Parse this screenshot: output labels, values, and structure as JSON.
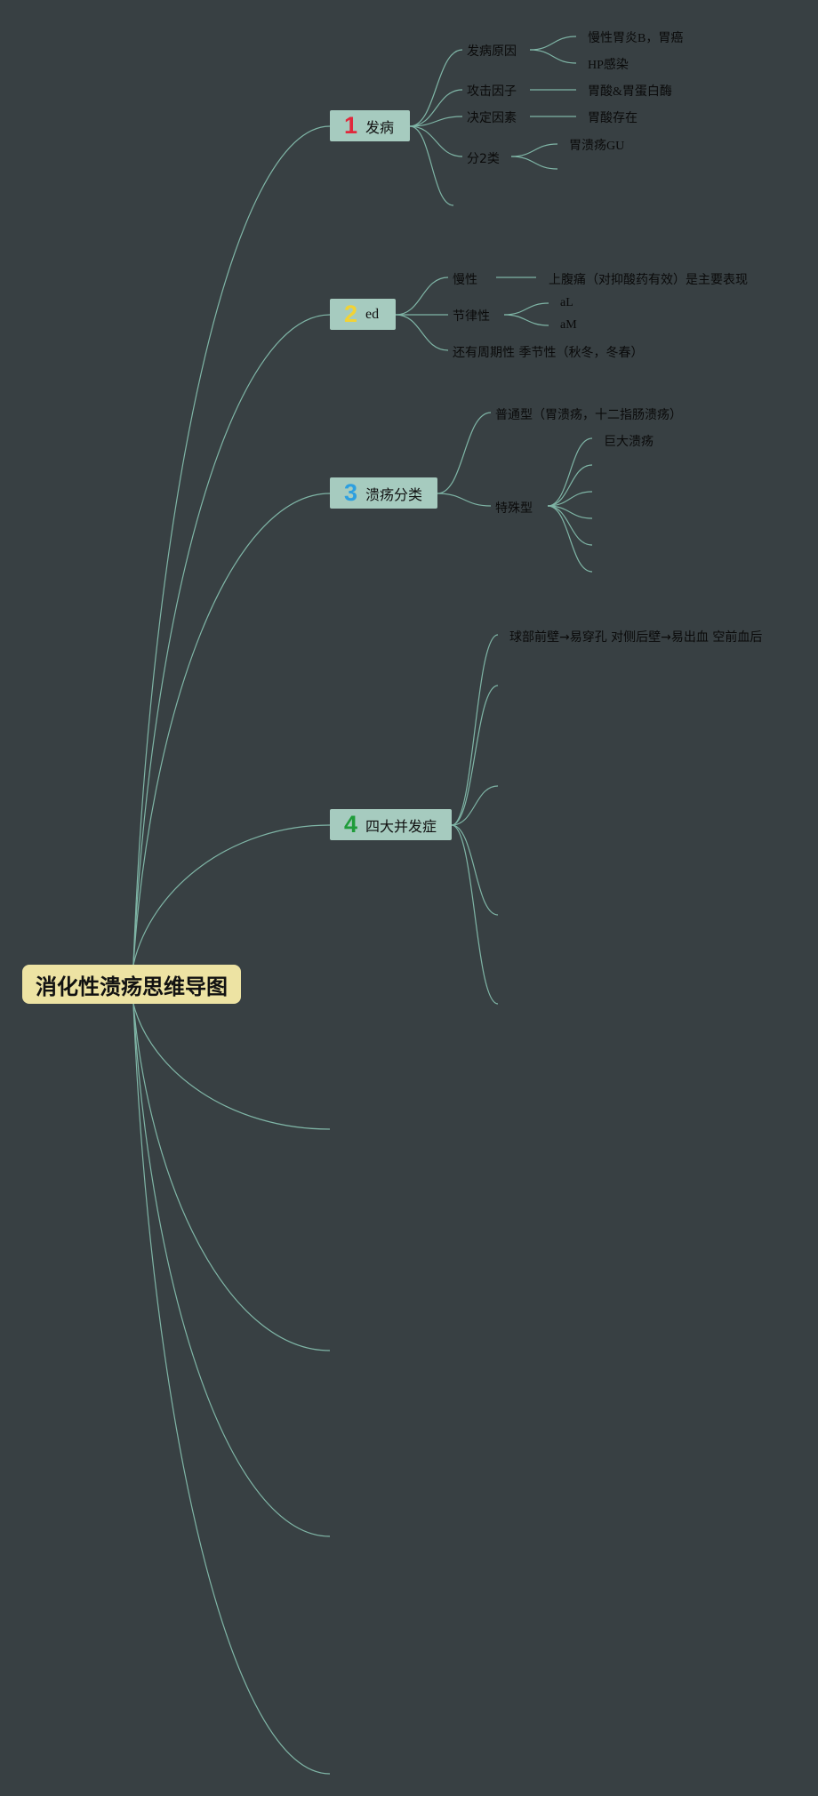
{
  "title": "消化性溃疡思维导图",
  "colors": {
    "background": "#384043",
    "edge": "#7fb5a6",
    "root_fill": "#ede3a3",
    "topic_fill": "#a6cbbf",
    "num1": "#e0283c",
    "num2": "#f2d335",
    "num3": "#2d9fe0",
    "num4": "#1f9c3a"
  },
  "topics": [
    {
      "num": "1",
      "label": "发病"
    },
    {
      "num": "2",
      "label": "ed"
    },
    {
      "num": "3",
      "label": "溃疡分类"
    },
    {
      "num": "4",
      "label": "四大并发症"
    }
  ],
  "nodes": {
    "t1_cause": "发病原因",
    "t1_cause_a": "慢性胃炎B，胃癌",
    "t1_cause_b": "HP感染",
    "t1_attack": "攻击因子",
    "t1_attack_a": "胃酸&胃蛋白酶",
    "t1_decide": "决定因素",
    "t1_decide_a": "胃酸存在",
    "t1_types": "分2类",
    "t1_types_a": "胃溃疡GU",
    "t2_chronic": "慢性",
    "t2_chronic_a": "上腹痛（对抑酸药有效）是主要表现",
    "t2_rhythm": "节律性",
    "t2_rhythm_a": "aL",
    "t2_rhythm_b": "aM",
    "t2_period": "还有周期性 季节性（秋冬，冬春）",
    "t3_normal": "普通型（胃溃疡，十二指肠溃疡）",
    "t3_special": "特殊型",
    "t3_special_a": "巨大溃疡",
    "t4_a": "球部前壁→易穿孔 对侧后壁→易出血 空前血后"
  }
}
